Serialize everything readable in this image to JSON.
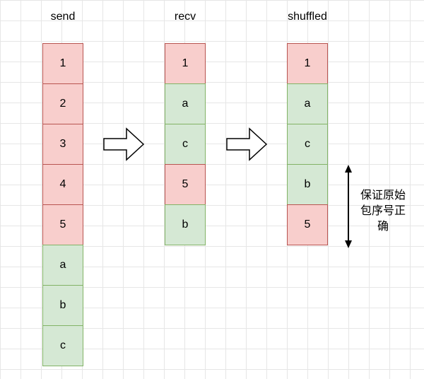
{
  "columns": [
    {
      "title": "send",
      "cells": [
        {
          "label": "1",
          "kind": "num"
        },
        {
          "label": "2",
          "kind": "num"
        },
        {
          "label": "3",
          "kind": "num"
        },
        {
          "label": "4",
          "kind": "num"
        },
        {
          "label": "5",
          "kind": "num"
        },
        {
          "label": "a",
          "kind": "let"
        },
        {
          "label": "b",
          "kind": "let"
        },
        {
          "label": "c",
          "kind": "let"
        }
      ]
    },
    {
      "title": "recv",
      "cells": [
        {
          "label": "1",
          "kind": "num"
        },
        {
          "label": "a",
          "kind": "let"
        },
        {
          "label": "c",
          "kind": "let"
        },
        {
          "label": "5",
          "kind": "num"
        },
        {
          "label": "b",
          "kind": "let"
        }
      ]
    },
    {
      "title": "shuffled",
      "cells": [
        {
          "label": "1",
          "kind": "num"
        },
        {
          "label": "a",
          "kind": "let"
        },
        {
          "label": "c",
          "kind": "let"
        },
        {
          "label": "b",
          "kind": "let"
        },
        {
          "label": "5",
          "kind": "num"
        }
      ]
    }
  ],
  "note": {
    "lines": [
      "保证原始",
      "包序号正",
      "确"
    ]
  },
  "colors": {
    "num_fill": "#f8cecc",
    "num_stroke": "#b85450",
    "let_fill": "#d5e8d4",
    "let_stroke": "#82b366",
    "grid": "#e6e6e6"
  }
}
